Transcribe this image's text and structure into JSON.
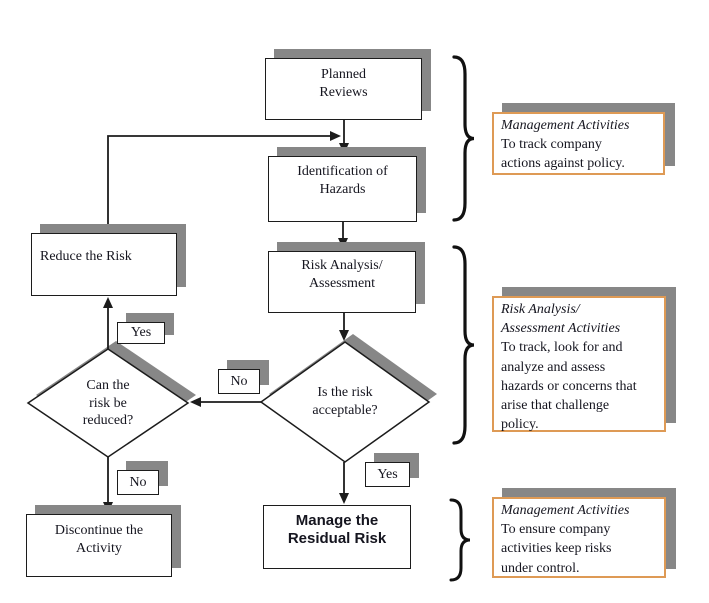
{
  "nodes": {
    "planned_reviews": {
      "line1": "Planned",
      "line2": "Reviews"
    },
    "identification": {
      "line1": "Identification of",
      "line2": "Hazards"
    },
    "risk_analysis": {
      "line1": "Risk Analysis/",
      "line2": "Assessment"
    },
    "reduce_risk": {
      "label": "Reduce the Risk"
    },
    "discontinue": {
      "line1": "Discontinue the",
      "line2": "Activity"
    },
    "manage_residual": {
      "line1": "Manage the",
      "line2": "Residual Risk"
    },
    "decision_acceptable": {
      "line1": "Is the risk",
      "line2": "acceptable?"
    },
    "decision_reducible": {
      "line1": "Can the",
      "line2": "risk be",
      "line3": "reduced?"
    }
  },
  "branch_labels": {
    "yes_to_reduce": "Yes",
    "no_to_reduce": "No",
    "no_to_discontinue": "No",
    "yes_to_manage": "Yes"
  },
  "annotations": {
    "management_top": {
      "title1": "Management Activities",
      "body1": "To track company",
      "body2": "actions against policy."
    },
    "risk_analysis_mid": {
      "title1": "Risk Analysis/",
      "title2": "Assessment Activities",
      "body1": "To track, look for and",
      "body2": "analyze and assess",
      "body3": "hazards or concerns that",
      "body4": "arise that challenge",
      "body5": "policy."
    },
    "management_bottom": {
      "title1": "Management Activities",
      "body1": "To ensure company",
      "body2": "activities keep risks",
      "body3": "under control."
    }
  },
  "colors": {
    "shadow": "#878787",
    "annotation_border": "#de9a55",
    "line": "#1c1c1c",
    "text": "#15151f"
  }
}
